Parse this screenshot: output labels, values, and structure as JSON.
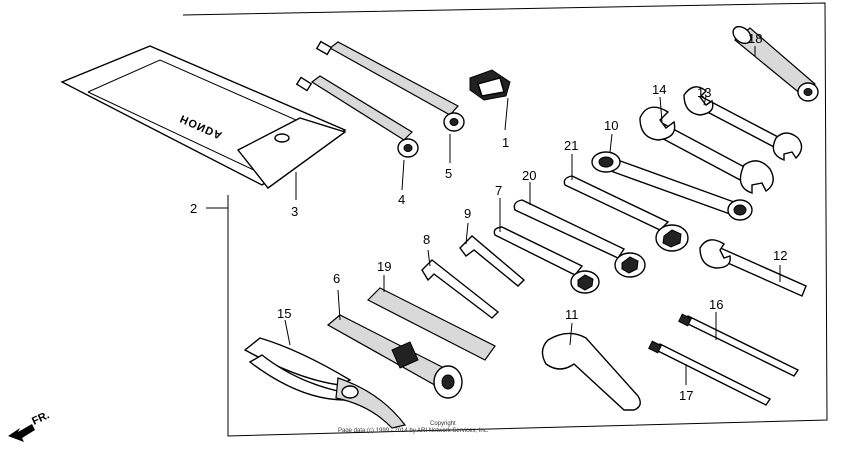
{
  "brand_text": "HONDA",
  "front_label": "FR.",
  "copyright_line1": "Copyright",
  "copyright_line2": "Page data (c) 1999 - 2014 by ARI Network Services, Inc.",
  "callouts": [
    {
      "id": "1",
      "label": "1"
    },
    {
      "id": "2",
      "label": "2"
    },
    {
      "id": "3",
      "label": "3"
    },
    {
      "id": "4",
      "label": "4"
    },
    {
      "id": "5",
      "label": "5"
    },
    {
      "id": "6",
      "label": "6"
    },
    {
      "id": "7",
      "label": "7"
    },
    {
      "id": "8",
      "label": "8"
    },
    {
      "id": "9",
      "label": "9"
    },
    {
      "id": "10",
      "label": "10"
    },
    {
      "id": "11",
      "label": "11"
    },
    {
      "id": "12",
      "label": "12"
    },
    {
      "id": "13",
      "label": "13"
    },
    {
      "id": "14",
      "label": "14"
    },
    {
      "id": "15",
      "label": "15"
    },
    {
      "id": "16",
      "label": "16"
    },
    {
      "id": "17",
      "label": "17"
    },
    {
      "id": "18",
      "label": "18"
    },
    {
      "id": "19",
      "label": "19"
    },
    {
      "id": "20",
      "label": "20"
    },
    {
      "id": "21",
      "label": "21"
    }
  ]
}
